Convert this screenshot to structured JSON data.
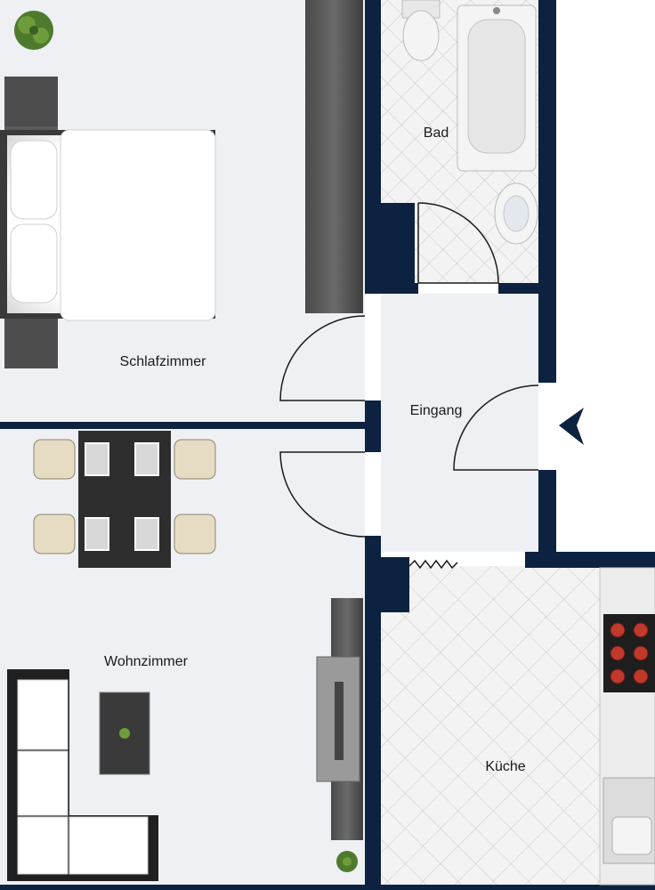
{
  "rooms": {
    "bedroom": "Schlafzimmer",
    "bathroom": "Bad",
    "entrance": "Eingang",
    "living_room": "Wohnzimmer",
    "kitchen": "Küche"
  },
  "colors": {
    "wall": "#0d2240",
    "floor": "#eef0f4",
    "tile_floor": "#f2f2f2",
    "tile_grid": "#c9c9c9",
    "outside": "#ffffff"
  },
  "icons": {
    "entry_marker": "triangle-left-icon",
    "plants": "potted-plant-icon"
  }
}
